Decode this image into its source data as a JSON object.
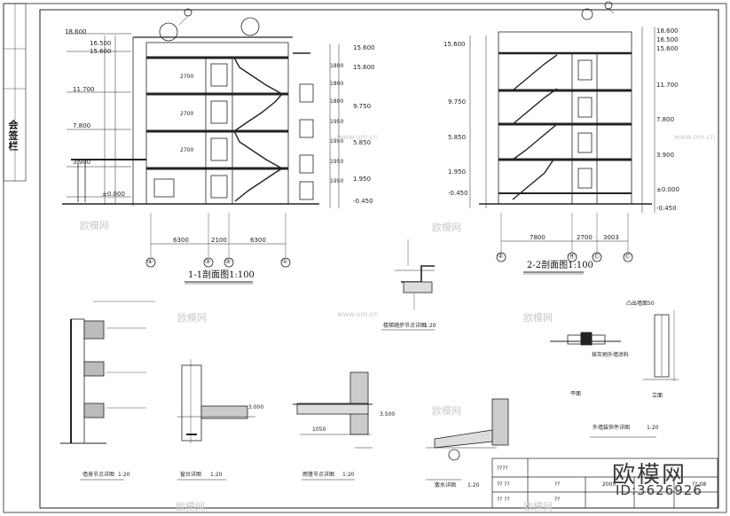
{
  "sidebar_label": "会签栏",
  "section_1": {
    "title": "1-1剖面图1:100",
    "axes": [
      "④",
      "③",
      "②",
      "①"
    ],
    "dims": [
      "6300",
      "2100",
      "6300"
    ],
    "left_elevations": [
      "18.600",
      "16.500",
      "15.600",
      "11.700",
      "7.800",
      "3.900",
      "±0.000"
    ],
    "right_elevations": [
      "15.600",
      "15.600",
      "9.750",
      "5.850",
      "1.950",
      "-0.450"
    ],
    "stair_heights": [
      "2700",
      "2700",
      "2700"
    ],
    "right_dims": [
      "1800",
      "1800",
      "1800",
      "1950",
      "1950",
      "1950",
      "1950"
    ]
  },
  "section_2": {
    "title": "2-2剖面图1:100",
    "axes": [
      "①",
      "Ⓗ",
      "Ⓒ",
      "Ⓒ"
    ],
    "dims": [
      "7800",
      "2700",
      "3003"
    ],
    "left_elevations": [
      "15.600",
      "9.750",
      "5.850",
      "1.950",
      "-0.450"
    ],
    "right_elevations": [
      "18.600",
      "16.500",
      "15.600",
      "11.700",
      "7.800",
      "3.900",
      "±0.000",
      "-0.450"
    ]
  },
  "details": {
    "stair_step": "楼梯踏步节点详图",
    "stair_step_scale": "1:20",
    "parapet_top": "凸出墙面50",
    "parapet_plan": "平面",
    "parapet_elev": "立面",
    "exterior_decor": "外墙装饰件详图",
    "exterior_decor_scale": "1:20",
    "wall_section": "墙身节点详图",
    "wall_section_scale": "1:20",
    "window_sill": "窗台详图",
    "window_sill_scale": "1:20",
    "canopy": "雨篷节点详图",
    "canopy_scale": "1:20",
    "apron": "散水详图",
    "apron_scale": "1:20",
    "canopy_elev": "3.500",
    "canopy_dim": "1050",
    "sill_elev": "3.000",
    "paint_note": "抹灰刷外墙涂料"
  },
  "titleblock": {
    "r1": "????",
    "r2a": "?? ??",
    "r2b": "??",
    "r2c": "2005",
    "r2d": "??-08",
    "r3a": "?? ??",
    "r3b": "??"
  },
  "watermarks": [
    "欧模网",
    "www.om.cn"
  ],
  "brand": {
    "name": "欧模网",
    "id": "ID:3626926"
  }
}
